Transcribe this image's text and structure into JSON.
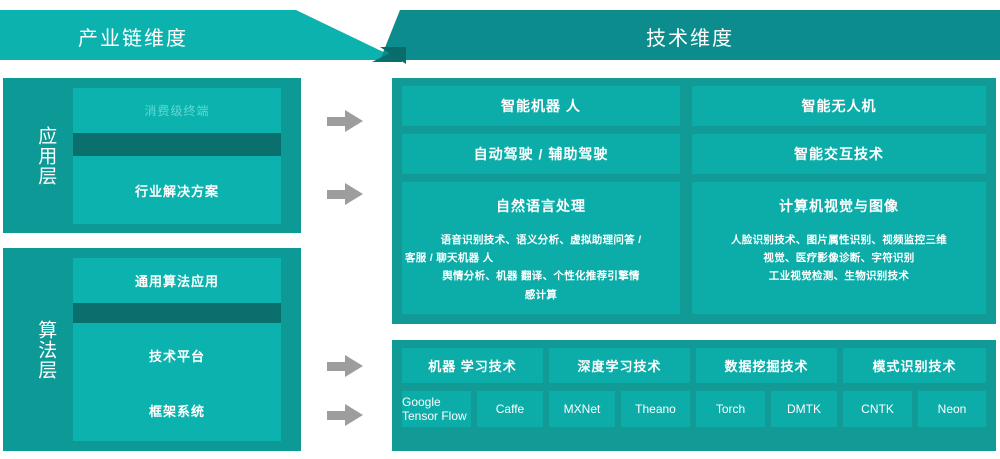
{
  "header": {
    "left_banner": "产业链维度",
    "right_banner": "技术维度"
  },
  "colors": {
    "banner_left": "#0cb3ae",
    "banner_right": "#0c8c8c",
    "panel_bg": "#119a96",
    "card": "#0cada8",
    "dark_band": "#0a6f6d",
    "arrow": "#9d9d9d",
    "text": "#ffffff"
  },
  "left_column": {
    "layers": [
      {
        "label": "应用层",
        "cards": [
          {
            "text": "消费级终端",
            "style": "faded"
          },
          {
            "text": "行业解决方案",
            "style": "normal"
          }
        ]
      },
      {
        "label": "算法层",
        "cards": [
          {
            "text": "通用算法应用",
            "style": "normal"
          },
          {
            "text": "技术平台",
            "style": "normal"
          },
          {
            "text": "框架系统",
            "style": "normal"
          }
        ]
      }
    ]
  },
  "arrows": [
    {
      "name": "arrow-application-1"
    },
    {
      "name": "arrow-application-2"
    },
    {
      "name": "arrow-algorithm-1"
    },
    {
      "name": "arrow-algorithm-2"
    }
  ],
  "tech_panel": {
    "rows": [
      {
        "left": "智能机器 人",
        "right": "智能无人机"
      },
      {
        "left": "自动驾驶 / 辅助驾驶",
        "right": "智能交互技术"
      }
    ],
    "detail_left": {
      "title": "自然语言处理",
      "lines": [
        "语音识别技术、语义分析、虚拟助理问答 /",
        "客服 / 聊天机器 人",
        "舆情分析、机器 翻译、个性化推荐引擎情",
        "感计算"
      ]
    },
    "detail_right": {
      "title": "计算机视觉与图像",
      "lines": [
        "人脸识别技术、图片属性识别、视频监控三维",
        "视觉、医疗影像诊断、字符识别",
        "工业视觉检测、生物识别技术"
      ]
    }
  },
  "framework_panel": {
    "categories": [
      "机器 学习技术",
      "深度学习技术",
      "数据挖掘技术",
      "模式识别技术"
    ],
    "frameworks": [
      "Google Tensor Flow",
      "Caffe",
      "MXNet",
      "Theano",
      "Torch",
      "DMTK",
      "CNTK",
      "Neon"
    ]
  }
}
